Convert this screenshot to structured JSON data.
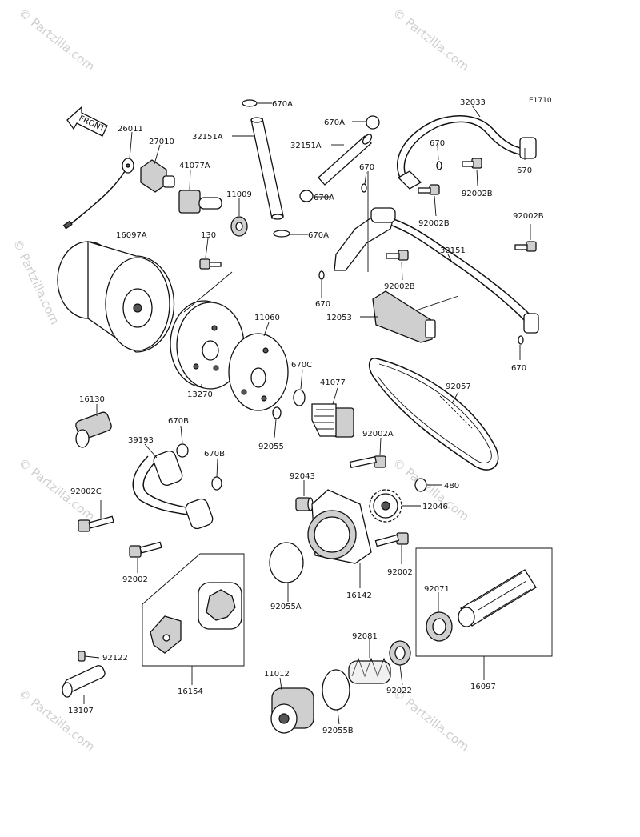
{
  "diagram_code": "E1710",
  "front_arrow": "FRONT",
  "watermark": "© Partzilla.com",
  "labels": {
    "p670A_top": "670A",
    "p26011": "26011",
    "p27010": "27010",
    "p41077A": "41077A",
    "p11009": "11009",
    "p32151A_a": "32151A",
    "p670A_b": "670A",
    "p32151A_b": "32151A",
    "p670A_c": "670A",
    "p670A_d": "670A",
    "p670_a": "670",
    "p670_b": "670",
    "p670_c": "670",
    "p670_d": "670",
    "p670_e": "670",
    "p32033": "32033",
    "p92002B_a": "92002B",
    "p92002B_b": "92002B",
    "p92002B_c": "92002B",
    "p92002B_d": "92002B",
    "p16097A": "16097A",
    "p130": "130",
    "p32151": "32151",
    "p12053": "12053",
    "p11060": "11060",
    "p670C": "670C",
    "p41077": "41077",
    "p92057": "92057",
    "p16130": "16130",
    "p13270": "13270",
    "p670B_a": "670B",
    "p92055": "92055",
    "p39193": "39193",
    "p670B_b": "670B",
    "p92002A": "92002A",
    "p92043": "92043",
    "p480": "480",
    "p92002C": "92002C",
    "p12046": "12046",
    "p92002_a": "92002",
    "p92002_b": "92002",
    "p16142": "16142",
    "p92071": "92071",
    "p92055A": "92055A",
    "p92122": "92122",
    "p92081": "92081",
    "p16154": "16154",
    "p16097": "16097",
    "p11012": "11012",
    "p92022": "92022",
    "p13107": "13107",
    "p92055B": "92055B"
  }
}
